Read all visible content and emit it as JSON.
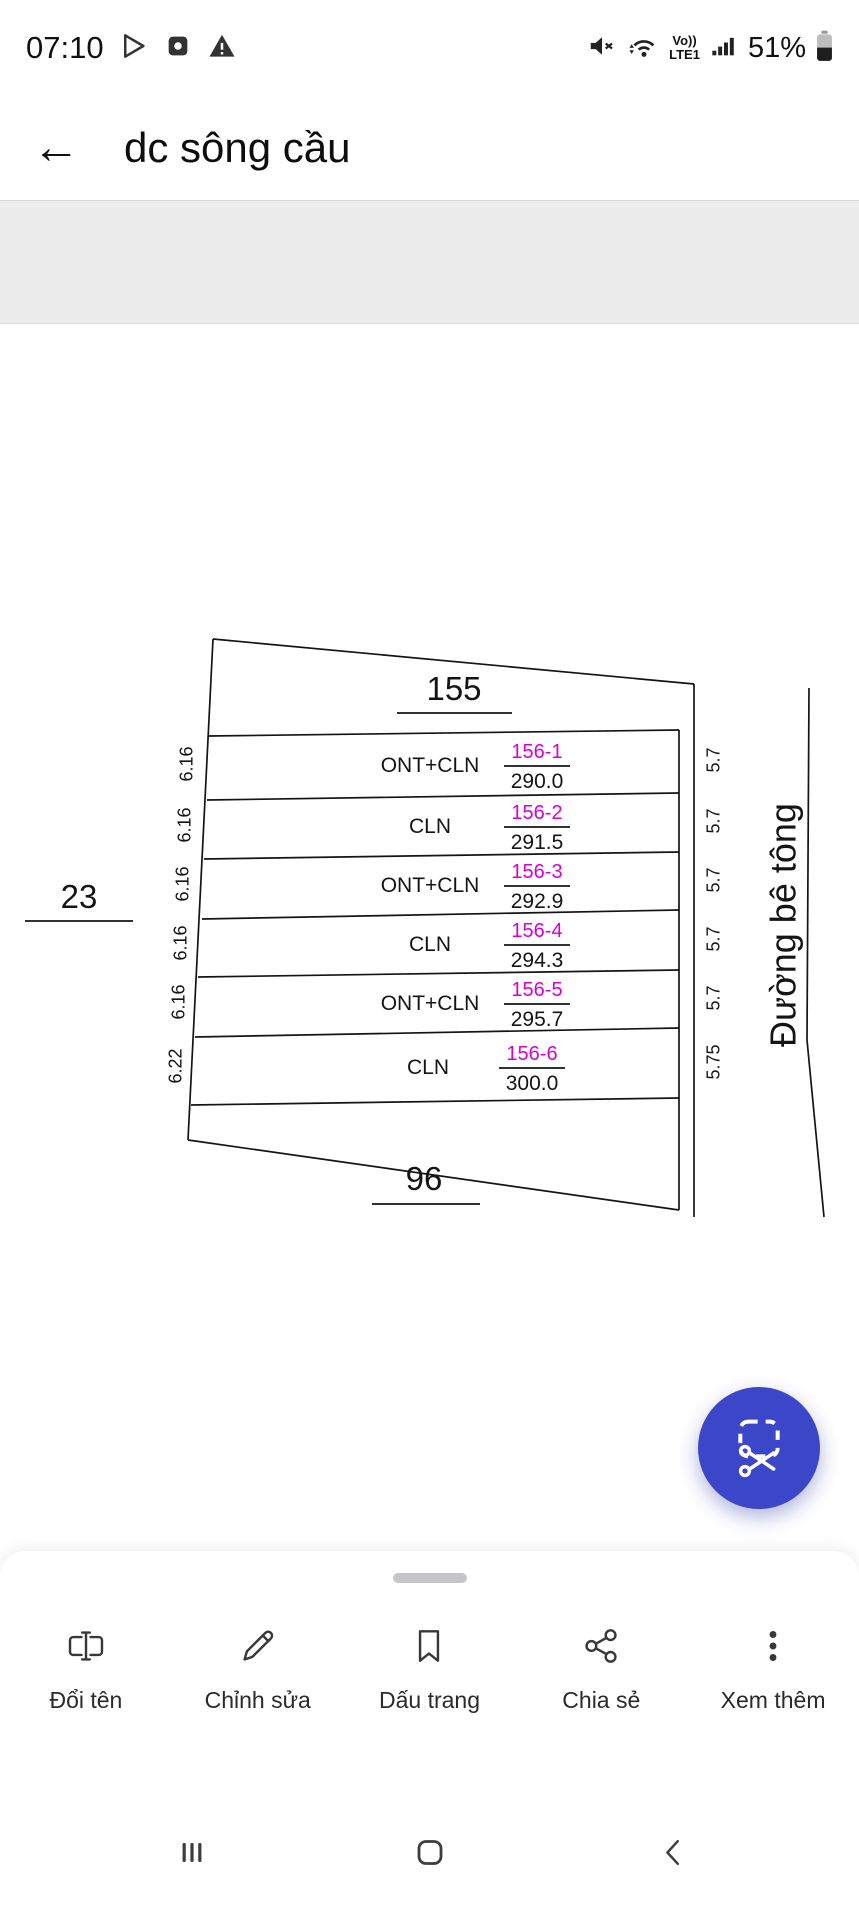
{
  "status_bar": {
    "time": "07:10",
    "battery": "51%",
    "volte": "Vo))",
    "lte": "LTE1"
  },
  "header": {
    "back": "←",
    "title": "dc sông cầu"
  },
  "drawing": {
    "top_dim": "155",
    "left_dim": "23",
    "bottom_dim": "96",
    "road_label": "Đường bê tông",
    "rows": [
      {
        "use": "ONT+CLN",
        "id": "156-1",
        "area": "290.0",
        "left": "6.16",
        "right": "5.7"
      },
      {
        "use": "CLN",
        "id": "156-2",
        "area": "291.5",
        "left": "6.16",
        "right": "5.7"
      },
      {
        "use": "ONT+CLN",
        "id": "156-3",
        "area": "292.9",
        "left": "6.16",
        "right": "5.7"
      },
      {
        "use": "CLN",
        "id": "156-4",
        "area": "294.3",
        "left": "6.16",
        "right": "5.7"
      },
      {
        "use": "ONT+CLN",
        "id": "156-5",
        "area": "295.7",
        "left": "6.16",
        "right": "5.7"
      },
      {
        "use": "CLN",
        "id": "156-6",
        "area": "300.0",
        "left": "6.22",
        "right": "5.75"
      }
    ]
  },
  "sheet": {
    "actions": [
      "Đổi tên",
      "Chỉnh sửa",
      "Dấu trang",
      "Chia sẻ",
      "Xem thêm"
    ]
  },
  "icons": {
    "fab": "crop-scissors",
    "action_icons": [
      "rename",
      "edit-pencil",
      "bookmark",
      "share-nodes",
      "more-vertical"
    ],
    "nav_icons": [
      "recents",
      "home",
      "back"
    ],
    "status_icons": [
      "play-store",
      "screen-square",
      "warning",
      "mute-speaker",
      "wifi",
      "signal-bars",
      "battery"
    ]
  },
  "colors": {
    "fab_accent": "#3c46c9",
    "parcel_id": "#d400d4",
    "viewer_band": "#ececec"
  }
}
